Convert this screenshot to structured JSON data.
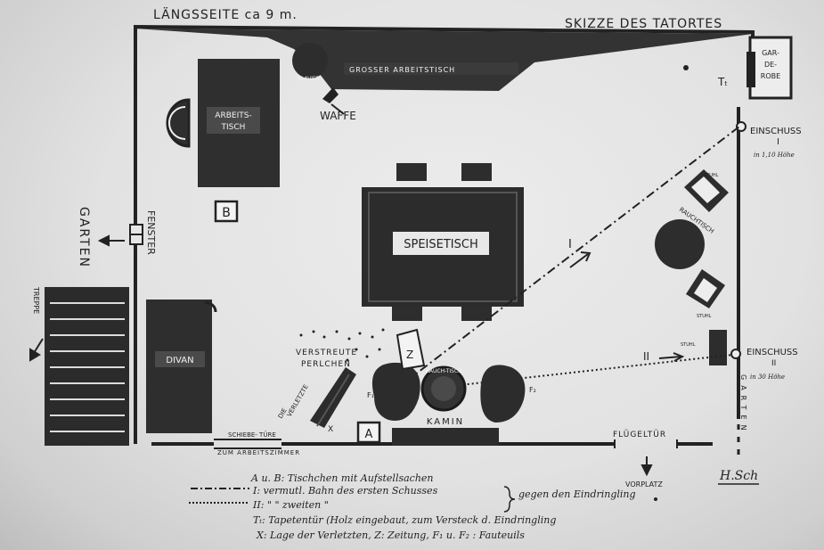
{
  "header": {
    "length_label": "LÄNGSSEITE ca 9 m.",
    "title": "SKIZZE DES TATORTES"
  },
  "rooms": {
    "arbeitstisch_line1": "ARBEITS-",
    "arbeitstisch_line2": "TISCH",
    "speisetisch": "SPEISETISCH",
    "divan": "DIVAN",
    "kamin": "KAMIN",
    "klavier_top": "KLAVIER",
    "garderobe_1": "GAR-",
    "garderobe_2": "DE-",
    "garderobe_3": "ROBE",
    "piano_label": "GROSSER ARBEITSTISCH",
    "rauchtisch": "RAUCHTISCH",
    "stuhl_top": "STUHL",
    "stuhl_bottom": "STUHL",
    "stuhl_right": "STUHL",
    "rauch_small": "RAUCH-TISCH"
  },
  "labels": {
    "waffe": "WAFFE",
    "fenster": "FENSTER",
    "garten": "GARTEN",
    "treppe": "TREPPE",
    "verstreute_1": "VERSTREUTE",
    "verstreute_2": "PERLCHEN",
    "die_verletzte_1": "DIE",
    "die_verletzte_2": "VERLETZTE",
    "schiebe_tuere": "SCHIEBE- TÜRE",
    "arbeitszimmer": "ZUM ARBEITSZIMMER",
    "fluegeltuer": "FLÜGELTÜR",
    "vorplatz": "VORPLATZ",
    "garten_right": "GARTEN",
    "einschuss_1": "EINSCHUSS",
    "einschuss_1_num": "I",
    "einschuss_1_height": "in 1,10 Höhe",
    "einschuss_2": "EINSCHUSS",
    "einschuss_2_num": "II",
    "einschuss_2_height": "in 30 Höhe",
    "tt": "Tₜ",
    "b_box": "B",
    "a_box": "A",
    "z_paper": "Z",
    "traj_1": "I",
    "traj_2": "II",
    "f1": "F₁",
    "f2": "F₂",
    "x_mark": "X",
    "signature": "H.Sch"
  },
  "legend": {
    "row1": "A u. B: Tischchen mit Aufstellsachen",
    "row2": "I: vermutl. Bahn des ersten Schusses",
    "row3": "II: \"  \"  zweiten  \"",
    "brace": "gegen den Eindringling",
    "row4": "Tₜ: Tapetentür (Holz eingebaut, zum Versteck d. Eindringling",
    "row5": "X: Lage der Verletzten, Z: Zeitung, F₁ u. F₂ : Fauteuils"
  }
}
